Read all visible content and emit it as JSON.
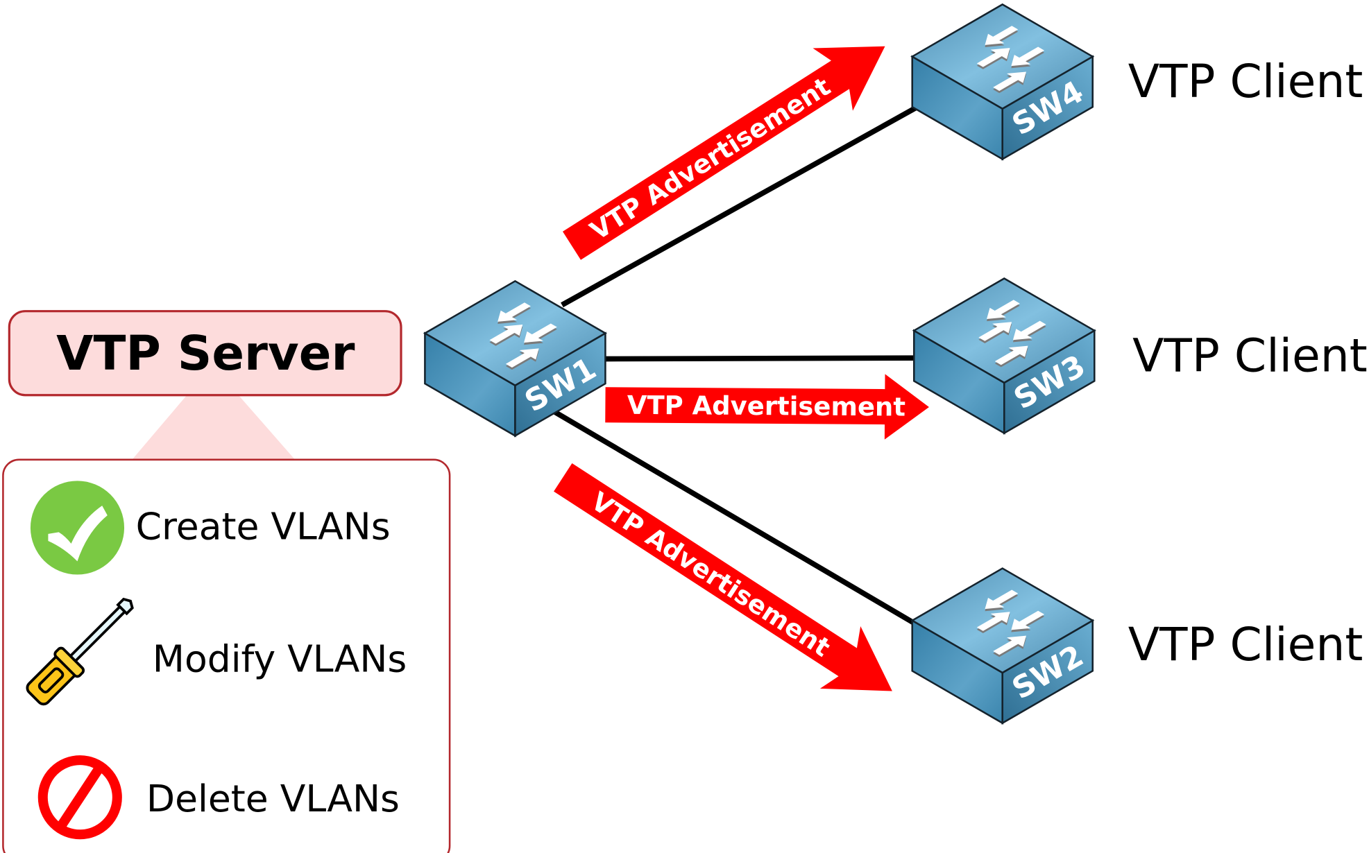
{
  "server": {
    "title": "VTP Server",
    "capabilities": [
      {
        "label": "Create VLANs",
        "icon": "check-circle-icon"
      },
      {
        "label": "Modify VLANs",
        "icon": "screwdriver-icon"
      },
      {
        "label": "Delete VLANs",
        "icon": "prohibited-icon"
      }
    ]
  },
  "switches": [
    {
      "name": "SW1"
    },
    {
      "name": "SW2",
      "role": "VTP Client"
    },
    {
      "name": "SW3",
      "role": "VTP Client"
    },
    {
      "name": "SW4",
      "role": "VTP Client"
    }
  ],
  "advertisements": [
    {
      "label": "VTP Advertisement",
      "from": "SW1",
      "to": "SW4"
    },
    {
      "label": "VTP Advertisement",
      "from": "SW1",
      "to": "SW3"
    },
    {
      "label": "VTP Advertisement",
      "from": "SW1",
      "to": "SW2"
    }
  ],
  "links": [
    [
      "SW1",
      "SW4"
    ],
    [
      "SW1",
      "SW3"
    ],
    [
      "SW1",
      "SW2"
    ]
  ],
  "colors": {
    "server_fill": "#fddcdc",
    "server_border": "#b3282d",
    "arrow": "#ff0000",
    "switch_top": "#79b6d8",
    "switch_side": "#3f88b0",
    "check_green": "#7ac943",
    "prohibit_red": "#ff0000"
  }
}
